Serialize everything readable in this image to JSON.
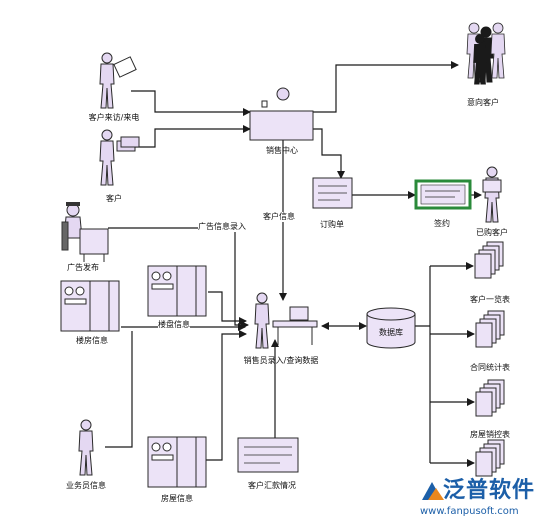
{
  "labels": {
    "intended_customers": "意向客户",
    "visit_customers": "客户来访/来电",
    "customer": "客户",
    "sales_center": "销售中心",
    "customer_info": "客户信息",
    "reservation": "订购单",
    "contract": "签约",
    "signed_customers": "已购客户",
    "ad_entry": "广告信息录入",
    "ad_release": "广告发布",
    "building_info": "楼盘信息",
    "property_info": "楼房信息",
    "database": "数据库",
    "sales_entry": "销售员录入/查询数据",
    "customer_list": "客户一览表",
    "contract_stats": "合同统计表",
    "house_sales": "房屋销控表",
    "salesman_info": "业务员信息",
    "house_info": "房屋信息",
    "payment_status": "客户汇款情况",
    "watermark_brand": "泛普软件",
    "watermark_url": "www.fanpusoft.com"
  },
  "colors": {
    "line": "#1a1a1a",
    "figure_fill": "#e4d8f2",
    "figure_stroke": "#2a2a2a",
    "panel_fill": "#ece3f7",
    "dark_figure": "#1a1a1a",
    "green_card": "#2a8a3a",
    "watermark": "#1c5fa8",
    "watermark_orange": "#e8871e"
  }
}
